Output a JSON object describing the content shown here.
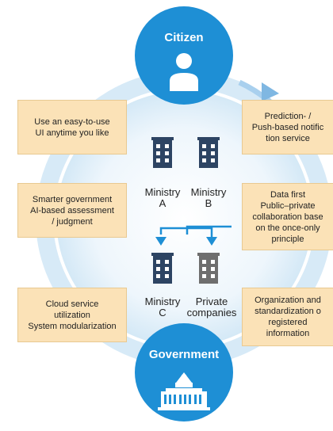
{
  "top_circle": {
    "label": "Citizen",
    "icon": "person-icon"
  },
  "bottom_circle": {
    "label": "Government",
    "icon": "parliament-building-icon"
  },
  "left_boxes": [
    {
      "text": "Use an easy-to-use\nUI anytime you like"
    },
    {
      "text": "Smarter government\nAI-based assessment\n/ judgment"
    },
    {
      "text": "Cloud service\nutilization\nSystem modularization"
    }
  ],
  "right_boxes": [
    {
      "text": "Prediction- /\nPush-based notific\ntion service"
    },
    {
      "text": "Data first\nPublic–private\ncollaboration base\non the once-only\nprinciple"
    },
    {
      "text": "Organization and\nstandardization o\nregistered\ninformation"
    }
  ],
  "entities": {
    "ministry_a": "Ministry\nA",
    "ministry_b": "Ministry\nB",
    "ministry_c": "Ministry\nC",
    "private": "Private\ncompanies"
  },
  "colors": {
    "accent_blue": "#1e8fd5",
    "ring_blue": "#cfe6f5",
    "box_fill": "#fbe2b7",
    "building_dark": "#2d4463",
    "building_gray": "#6e6e6e"
  }
}
